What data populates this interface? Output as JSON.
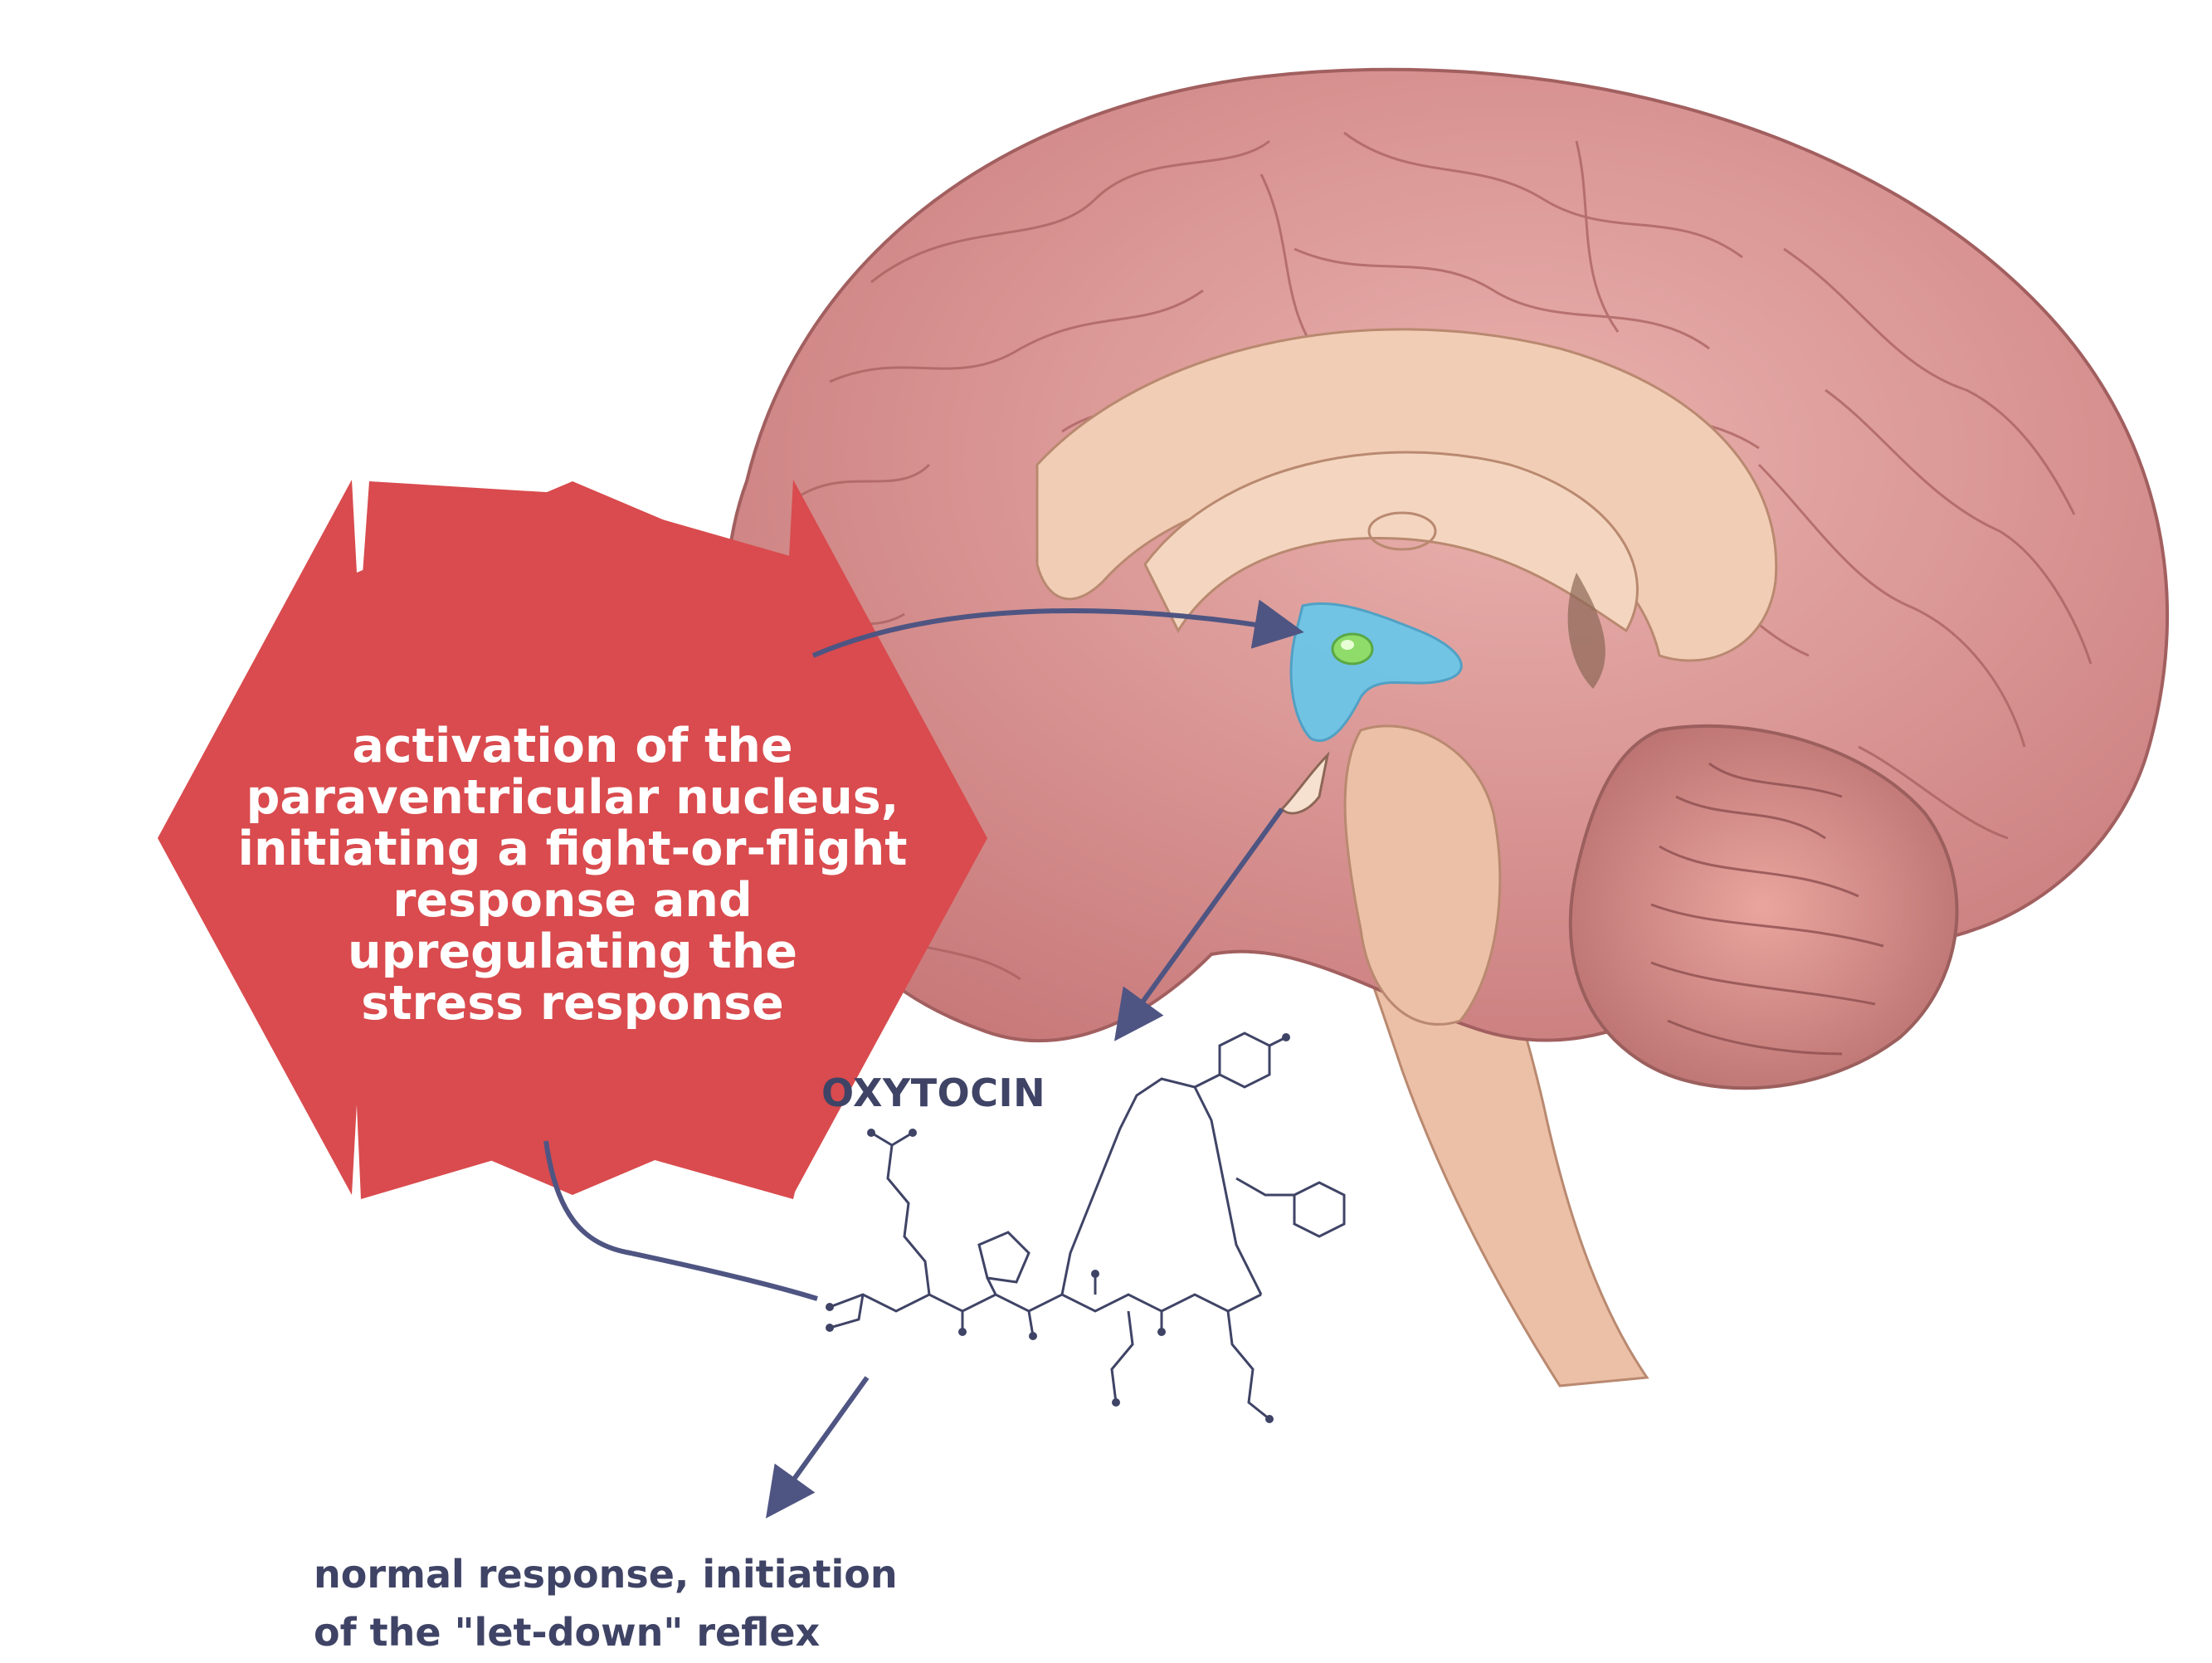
{
  "star_label": {
    "lines": [
      "activation of the",
      "paraventricular nucleus,",
      "initiating a fight-or-flight",
      "response and",
      "upregulating the",
      "stress response"
    ]
  },
  "oxytocin_label": "OXYTOCIN",
  "normal_label": {
    "lines": [
      "normal response, initiation",
      "of the \"let-down\" reflex"
    ]
  },
  "colors": {
    "star": "#d94b4e",
    "arrow": "#4f5582",
    "label_text": "#3f4466",
    "brain_cortex": "#e4a2a0",
    "brain_inner": "#f1c7b2",
    "hypothalamus": "#6cc6e8",
    "pvn_marker": "#8fdc6a"
  },
  "icons": {
    "brain": "brain-illustration",
    "molecule": "oxytocin-structure-icon"
  }
}
